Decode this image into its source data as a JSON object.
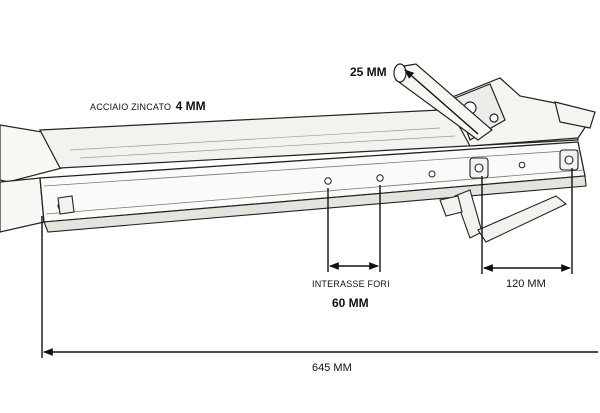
{
  "labels": {
    "material_text": "ACCIAIO ZINCATO",
    "material_value": "4 MM",
    "tube_dim": "25 MM",
    "hole_spacing_title": "INTERASSE FORI",
    "hole_spacing_value": "60 MM",
    "bracket_spacing": "120 MM",
    "total_length": "645 MM"
  }
}
